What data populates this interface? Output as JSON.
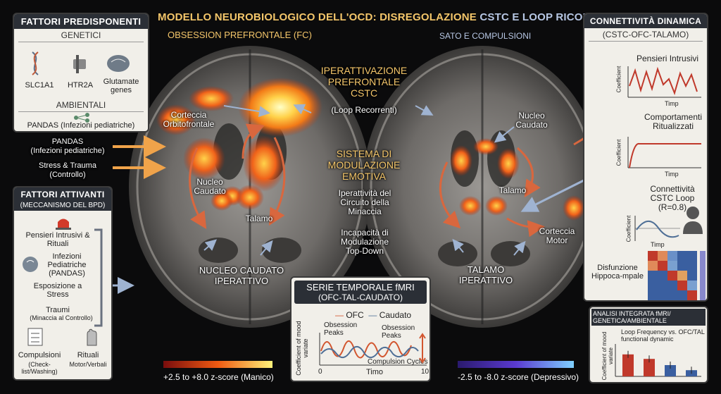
{
  "header": {
    "title_left": "MODELLO NEUROBIOLOGICO DELL'OCD: DISREGOLAZIONE",
    "title_right": "CSTC E LOOP RICORRENTI",
    "sub_left": "OBSESSION PREFRONTALE (FC)",
    "sub_right": "SATO E COMPULSIONI"
  },
  "fattori_predisponenti": {
    "title": "FATTORI PREDISPONENTI",
    "genetici_label": "GENETICI",
    "genes": [
      "SLC1A1",
      "HTR2A",
      "Glutamate genes"
    ],
    "ambientali_label": "AMBIENTALI",
    "ambientali_item": "PANDAS (Infezioni pediatriche)"
  },
  "inputs": {
    "pandas_line1": "PANDAS",
    "pandas_line2": "(Infezioni pediatriche)",
    "stress_line1": "Stress & Trauma",
    "stress_line2": "(Controllo)"
  },
  "fattori_attivanti": {
    "title": "FATTORI ATTIVANTI",
    "subtitle": "(MECCANISMO DEL BPD)",
    "items": [
      "Pensieri Intrusivi & Rituali",
      "Infezioni Pediatriche (PANDAS)",
      "Esposizione a Stress",
      "Traumi"
    ],
    "traumi_note": "(Minaccia al Controllo)",
    "compulsioni": "Compulsioni",
    "compulsioni_note": "(Check-list/Washing)",
    "rituali": "Rituali",
    "rituali_note": "Motor/Verbali"
  },
  "left_brain": {
    "corteccia": "Corteccia Orbitofrontale",
    "nucleo": "Nucleo Caudato",
    "talamo": "Talamo",
    "bottom": "NUCLEO CAUDATO IPERATTIVO"
  },
  "center": {
    "iper_title": "IPERATTIVAZIONE PREFRONTALE CSTC",
    "iper_sub": "(Loop Recorrenti)",
    "sistema_title": "SISTEMA DI MODULAZIONE EMOTIVA",
    "sistema_l1": "Iperattività del Circuito della Minaccia",
    "sistema_l2": "Incapacità di Modulazione Top-Down"
  },
  "right_brain": {
    "nucleo": "Nucleo Caudato",
    "talamo": "Talamo",
    "corteccia": "Corteccia Motor",
    "bottom": "TALAMO IPERATTIVO"
  },
  "connettivita": {
    "title": "CONNETTIVITÀ DINAMICA",
    "subtitle": "(CSTC-OFC-TALAMO)",
    "p1_title": "Pensieri Intrusivi",
    "p2_title": "Comportamenti Ritualizzati",
    "p3_title": "Connettività CSTC Loop (R=0.8)",
    "axis_y": "Coefficient",
    "axis_x": "Timp",
    "disfunzione": "Disfunzione Hippoca-mpale"
  },
  "serie": {
    "title": "SERIE TEMPORALE fMRI",
    "subtitle": "(OFC-TAL-CAUDATO)",
    "legend_ofc": "OFC",
    "legend_caudato": "Caudato",
    "ylabel": "Coefficient of mood variate",
    "xlabel": "Timo",
    "x0": "0",
    "x10": "10",
    "ann_obs1": "Obsession Peaks",
    "ann_obs2": "Obsession Peaks",
    "ann_comp": "Compulsion Cycles",
    "colors": {
      "ofc": "#d2562f",
      "caudato": "#4f6f96"
    }
  },
  "scales": {
    "left": "+2.5 to +8.0 z-score (Manico)",
    "right": "-2.5 to -8.0 z-score (Depressivo)"
  },
  "analisi": {
    "title": "ANALISI INTEGRATA fMRI/ GENETICA/AMBIENTALE",
    "legend": "Loop Frequency vs. OFC/TAL functional dynamic",
    "ylabel": "Coefficient of mood variate",
    "bars": [
      0.78,
      0.62,
      0.4,
      0.22
    ]
  }
}
